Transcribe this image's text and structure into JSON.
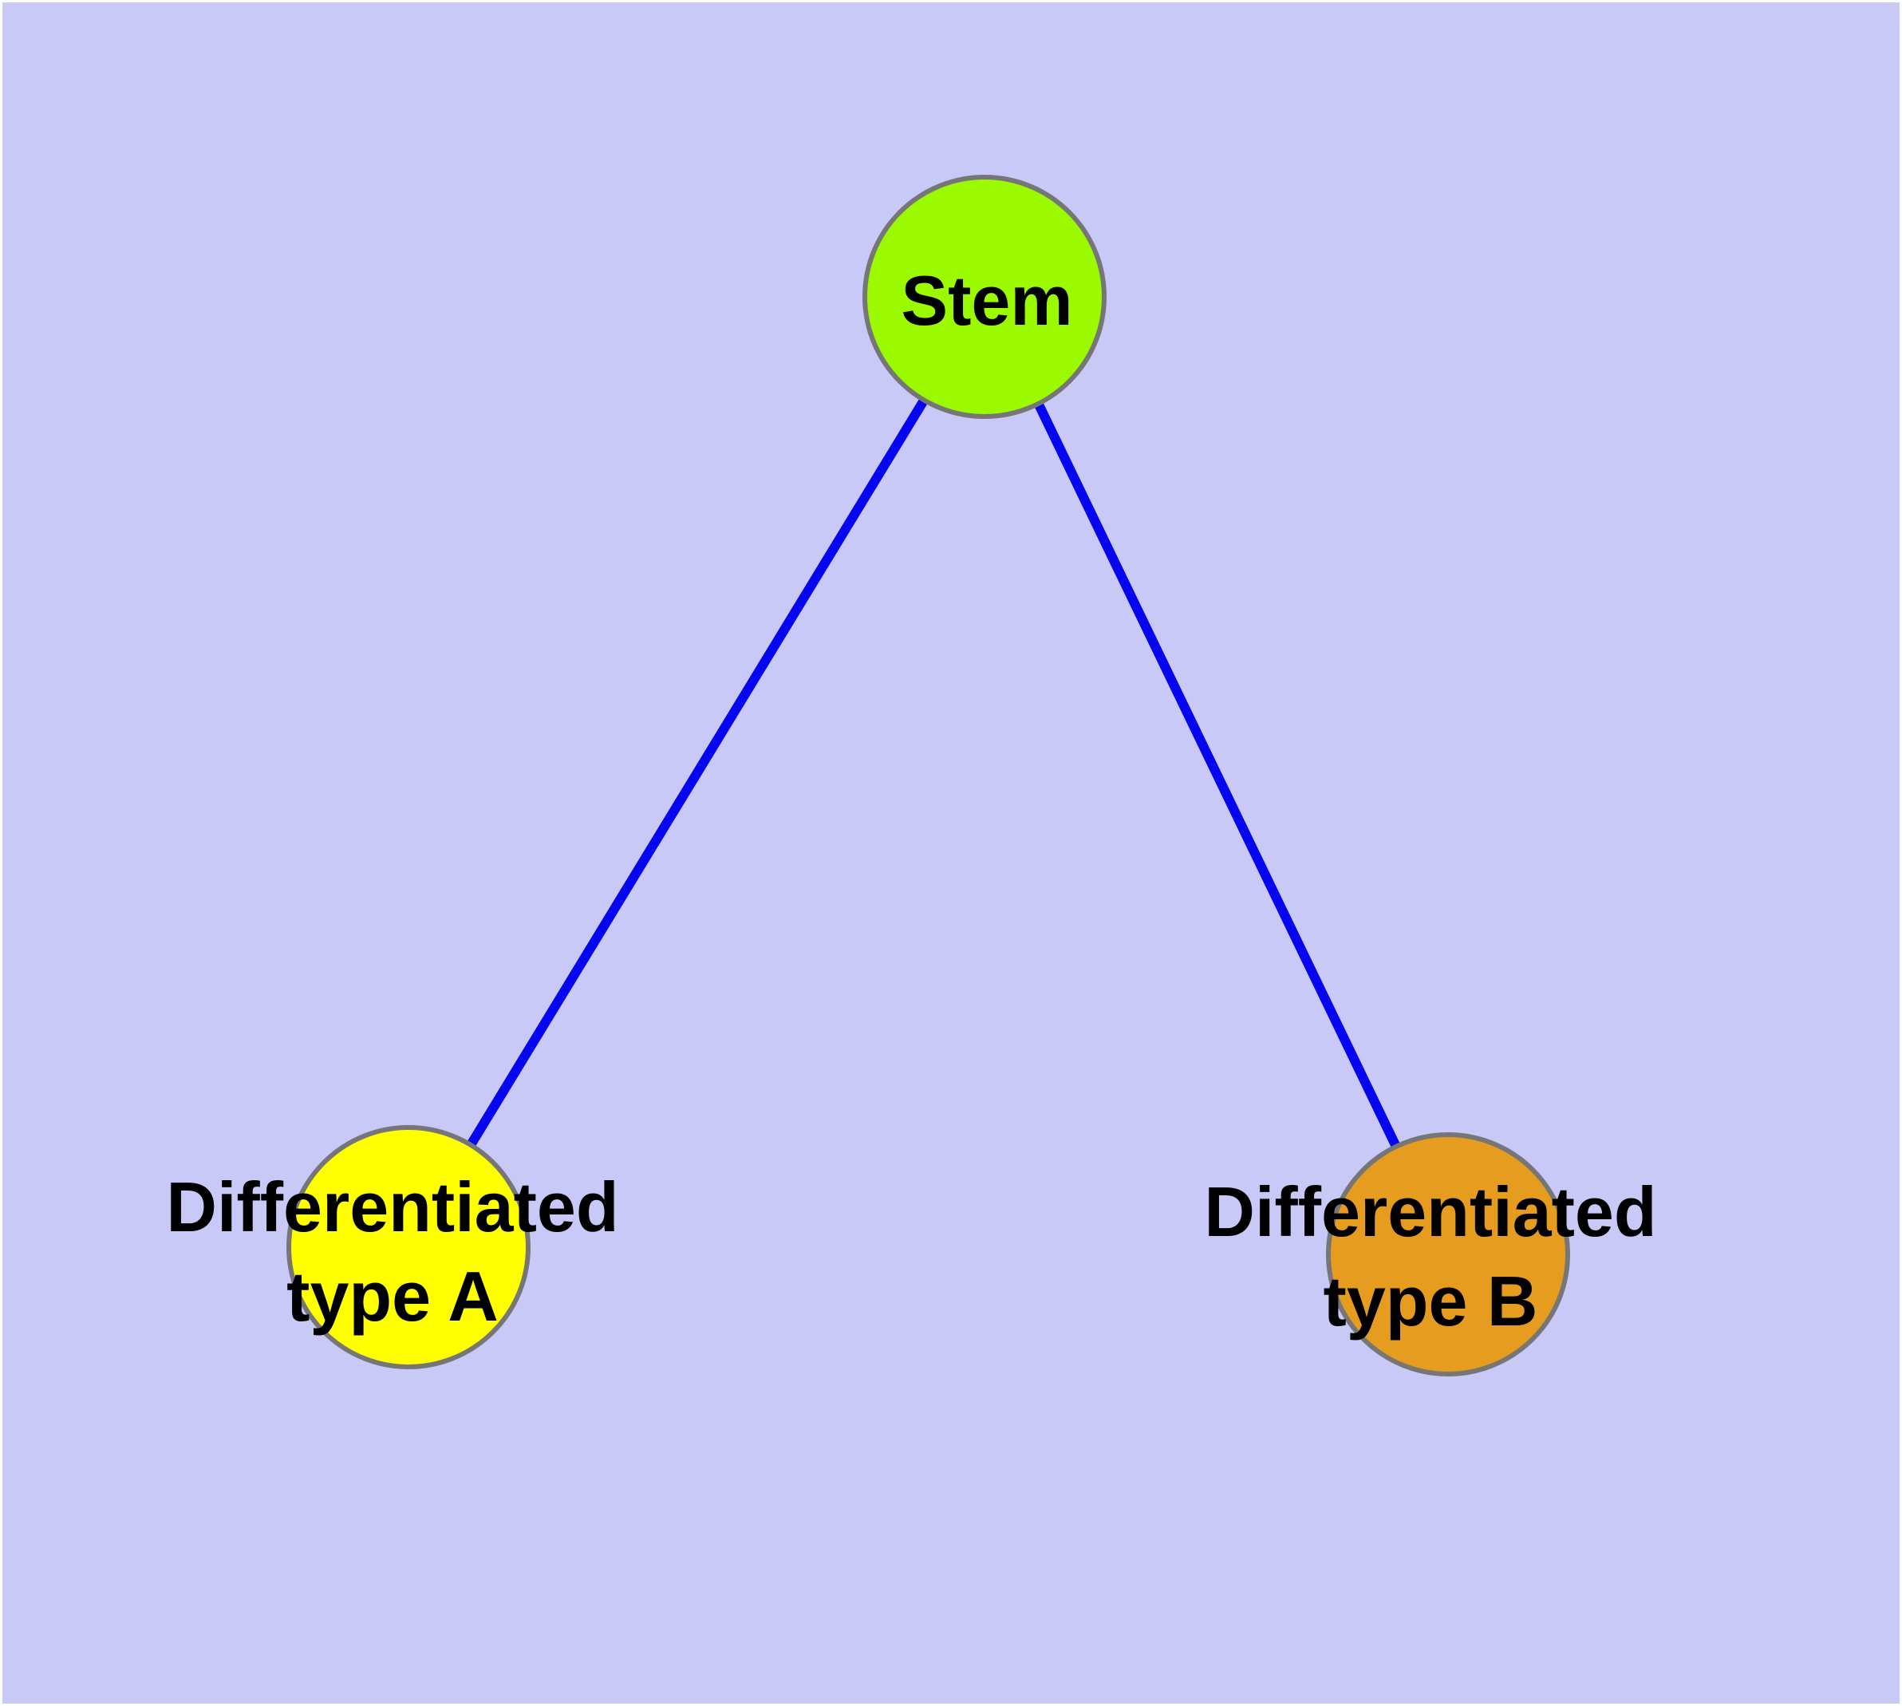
{
  "diagram": {
    "description": "Cell differentiation graph: a Stem node connected by two edges to two differentiated cell-type nodes",
    "nodes": [
      {
        "id": "stem",
        "label": "Stem",
        "fill": "#9BFA00",
        "shape": "circle"
      },
      {
        "id": "differentiated-type-a",
        "label_line1": "Differentiated",
        "label_line2": "type A",
        "fill": "#FFFF00",
        "shape": "circle"
      },
      {
        "id": "differentiated-type-b",
        "label_line1": "Differentiated",
        "label_line2": "type B",
        "fill": "#E69C1F",
        "shape": "circle"
      }
    ],
    "edges": [
      {
        "from": "stem",
        "to": "differentiated-type-a"
      },
      {
        "from": "stem",
        "to": "differentiated-type-b"
      }
    ]
  },
  "colors": {
    "canvas-bg": "#C9C9F8",
    "stem-fill": "#9BFA00",
    "type-a-fill": "#FFFF00",
    "type-b-fill": "#E69C1F",
    "edge-color": "#0505F0",
    "node-border": "#767676",
    "label-color": "#000000"
  }
}
